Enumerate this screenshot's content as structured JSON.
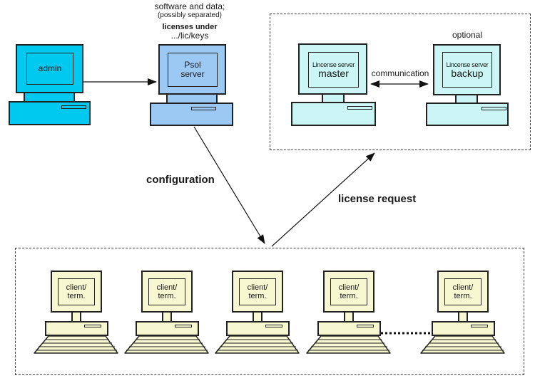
{
  "diagram": {
    "notes": {
      "software_line1": "software and data;",
      "software_line2": "(possibly separated)",
      "licenses_line1": "licenses under",
      "licenses_line2": ".../lic/keys"
    },
    "labels": {
      "configuration": "configuration",
      "license_request": "license request",
      "communication": "communication",
      "optional": "optional"
    },
    "computers": {
      "admin": {
        "label": "admin"
      },
      "psol": {
        "line1": "Psol",
        "line2": "server"
      },
      "master": {
        "line1": "Lincense server",
        "line2": "master"
      },
      "backup": {
        "line1": "Lincense server",
        "line2": "backup"
      }
    },
    "clients": [
      {
        "line1": "client/",
        "line2": "term."
      },
      {
        "line1": "client/",
        "line2": "term."
      },
      {
        "line1": "client/",
        "line2": "term."
      },
      {
        "line1": "client/",
        "line2": "term."
      },
      {
        "line1": "client/",
        "line2": "term."
      }
    ],
    "colors": {
      "admin_fill": "#00C9EF",
      "psol_fill": "#9CC9F3",
      "license_fill": "#CCF5F5",
      "client_fill": "#F7F7D2",
      "outline": "#222222"
    }
  }
}
